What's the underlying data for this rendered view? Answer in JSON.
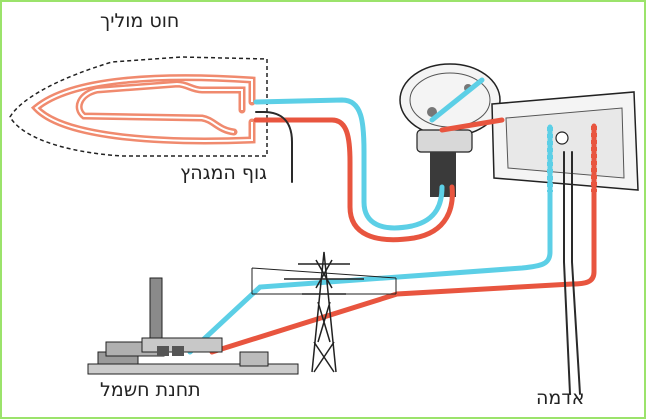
{
  "labels": {
    "heating_wire": "חוט מוליך",
    "iron_body": "גוף המגהץ",
    "power_station": "תחנת חשמל",
    "ground": "אדמה"
  },
  "colors": {
    "live_wire": "#e8553f",
    "neutral_wire": "#5ccfe6",
    "earth_wire": "#2a2a2a",
    "heating_element": "#f08a6e",
    "frame": "#9be36b"
  }
}
